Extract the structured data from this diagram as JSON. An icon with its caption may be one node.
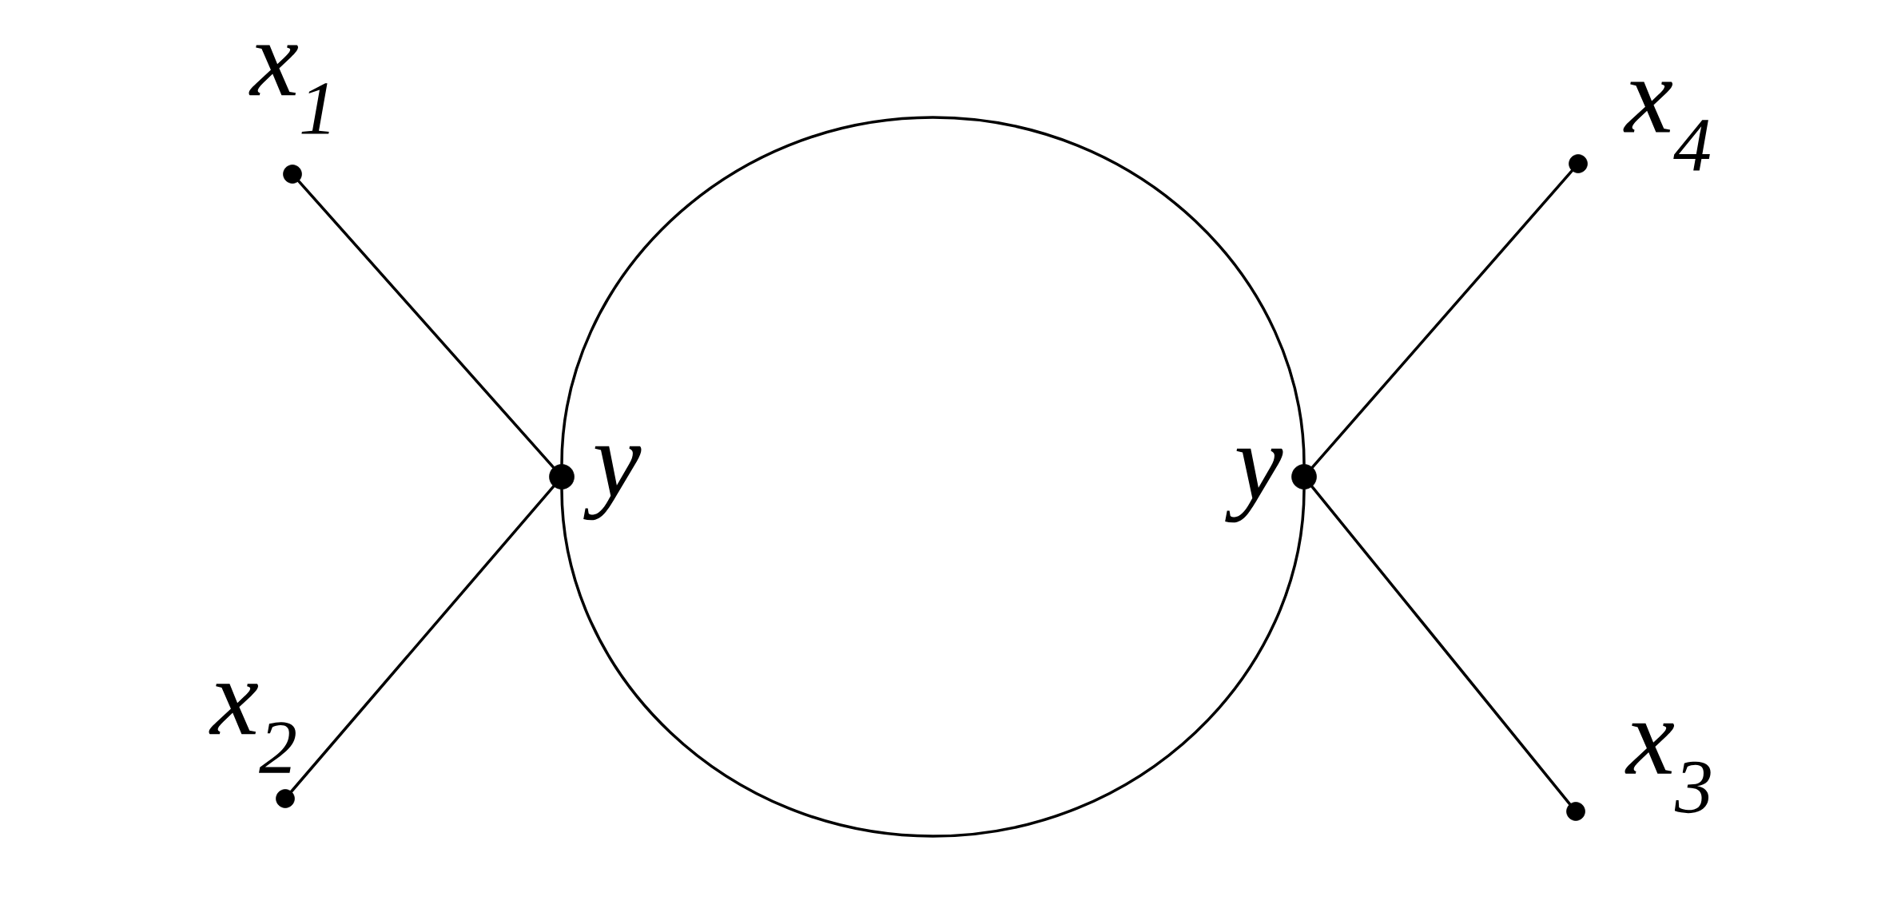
{
  "diagram": {
    "nodes": [
      {
        "text": [],
        "shape": "circle",
        "beside": [
          "x$_{1}$"
        ]
      },
      {
        "text": [],
        "shape": "circle",
        "beside": [
          "x$_{4}$"
        ]
      },
      {
        "text": [],
        "shape": "circle",
        "beside": [
          "y"
        ]
      },
      {
        "text": [],
        "shape": "circle",
        "beside": [
          "y"
        ]
      },
      {
        "text": [],
        "shape": "circle",
        "beside": [
          "x$_{2}$"
        ]
      },
      {
        "text": [],
        "shape": "circle",
        "beside": [
          "x$_{3}$"
        ]
      }
    ],
    "edges": [
      {
        "from": 0,
        "to": 2,
        "arrow": "none"
      },
      {
        "from": 3,
        "to": 1,
        "arrow": "none"
      },
      {
        "from": 2,
        "to": 3,
        "arrow": "none"
      },
      {
        "from": 2,
        "to": 3,
        "arrow": "none"
      },
      {
        "from": 4,
        "to": 2,
        "arrow": "none"
      },
      {
        "from": 3,
        "to": 5,
        "arrow": "none"
      }
    ]
  }
}
